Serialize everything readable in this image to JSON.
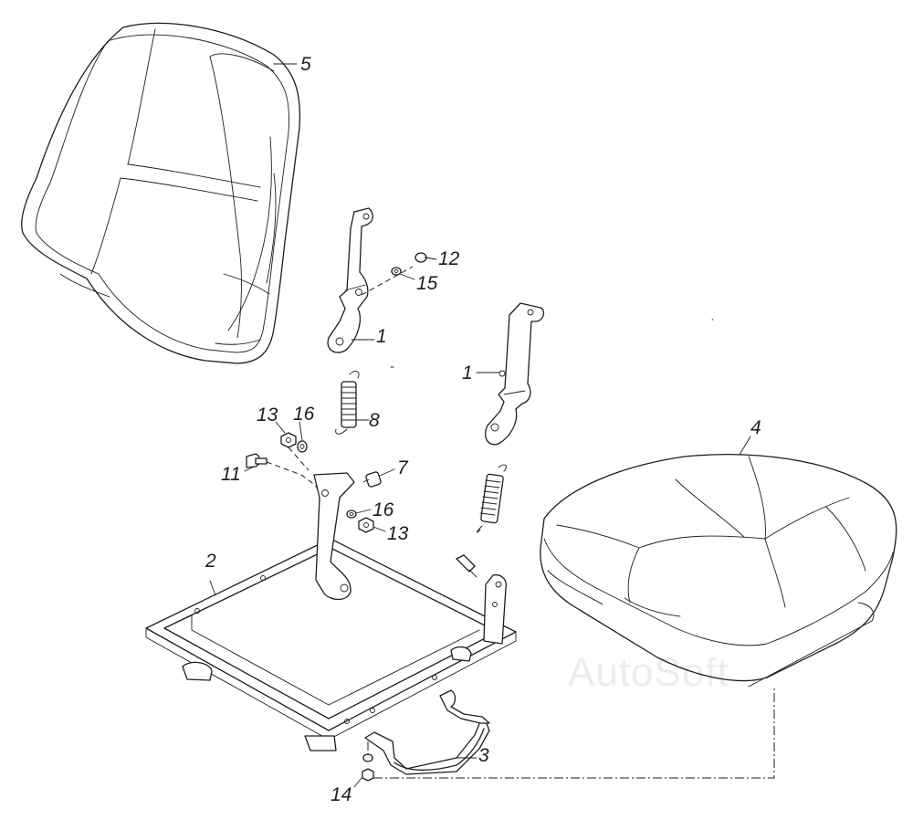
{
  "watermark": "AutoSoft",
  "callouts": [
    {
      "id": "c5",
      "label": "5"
    },
    {
      "id": "c12",
      "label": "12"
    },
    {
      "id": "c15",
      "label": "15"
    },
    {
      "id": "c1a",
      "label": "1"
    },
    {
      "id": "c1b",
      "label": "1"
    },
    {
      "id": "c8",
      "label": "8"
    },
    {
      "id": "c13a",
      "label": "13"
    },
    {
      "id": "c16a",
      "label": "16"
    },
    {
      "id": "c11",
      "label": "11"
    },
    {
      "id": "c7",
      "label": "7"
    },
    {
      "id": "c16b",
      "label": "16"
    },
    {
      "id": "c13b",
      "label": "13"
    },
    {
      "id": "c4",
      "label": "4"
    },
    {
      "id": "c2",
      "label": "2"
    },
    {
      "id": "c3",
      "label": "3"
    },
    {
      "id": "c14",
      "label": "14"
    }
  ]
}
